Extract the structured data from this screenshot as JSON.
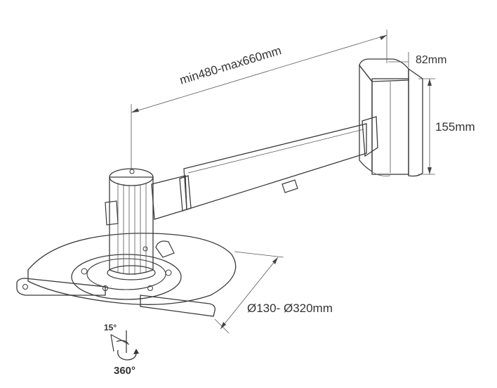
{
  "dimensions": {
    "arm_length": "min480-max660mm",
    "plate_depth": "82mm",
    "plate_height": "155mm",
    "mount_diameter": "Ø130- Ø320mm"
  },
  "rotation": {
    "tilt": "15°",
    "swivel": "360°"
  },
  "colors": {
    "line": "#3a3a3a",
    "metal_light": "#f2f2f2",
    "metal_mid": "#cfcfcf",
    "metal_dark": "#9a9a9a"
  }
}
